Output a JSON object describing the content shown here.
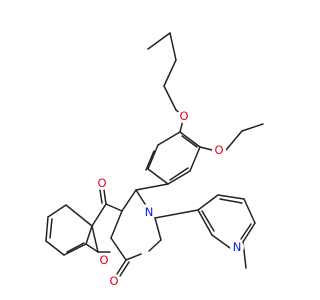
{
  "atom_labels": {
    "ether_o_isopentyl": "O",
    "ether_o_ethoxy": "O",
    "ketone_o_chromone": "O",
    "ring_o_chromene": "O",
    "lactam_n": "N",
    "lactam_o": "O",
    "pyridine_n": "N"
  },
  "colors": {
    "bond": "#222222",
    "oxygen": "#e8001c",
    "nitrogen": "#0019e8",
    "background": "#ffffff"
  }
}
